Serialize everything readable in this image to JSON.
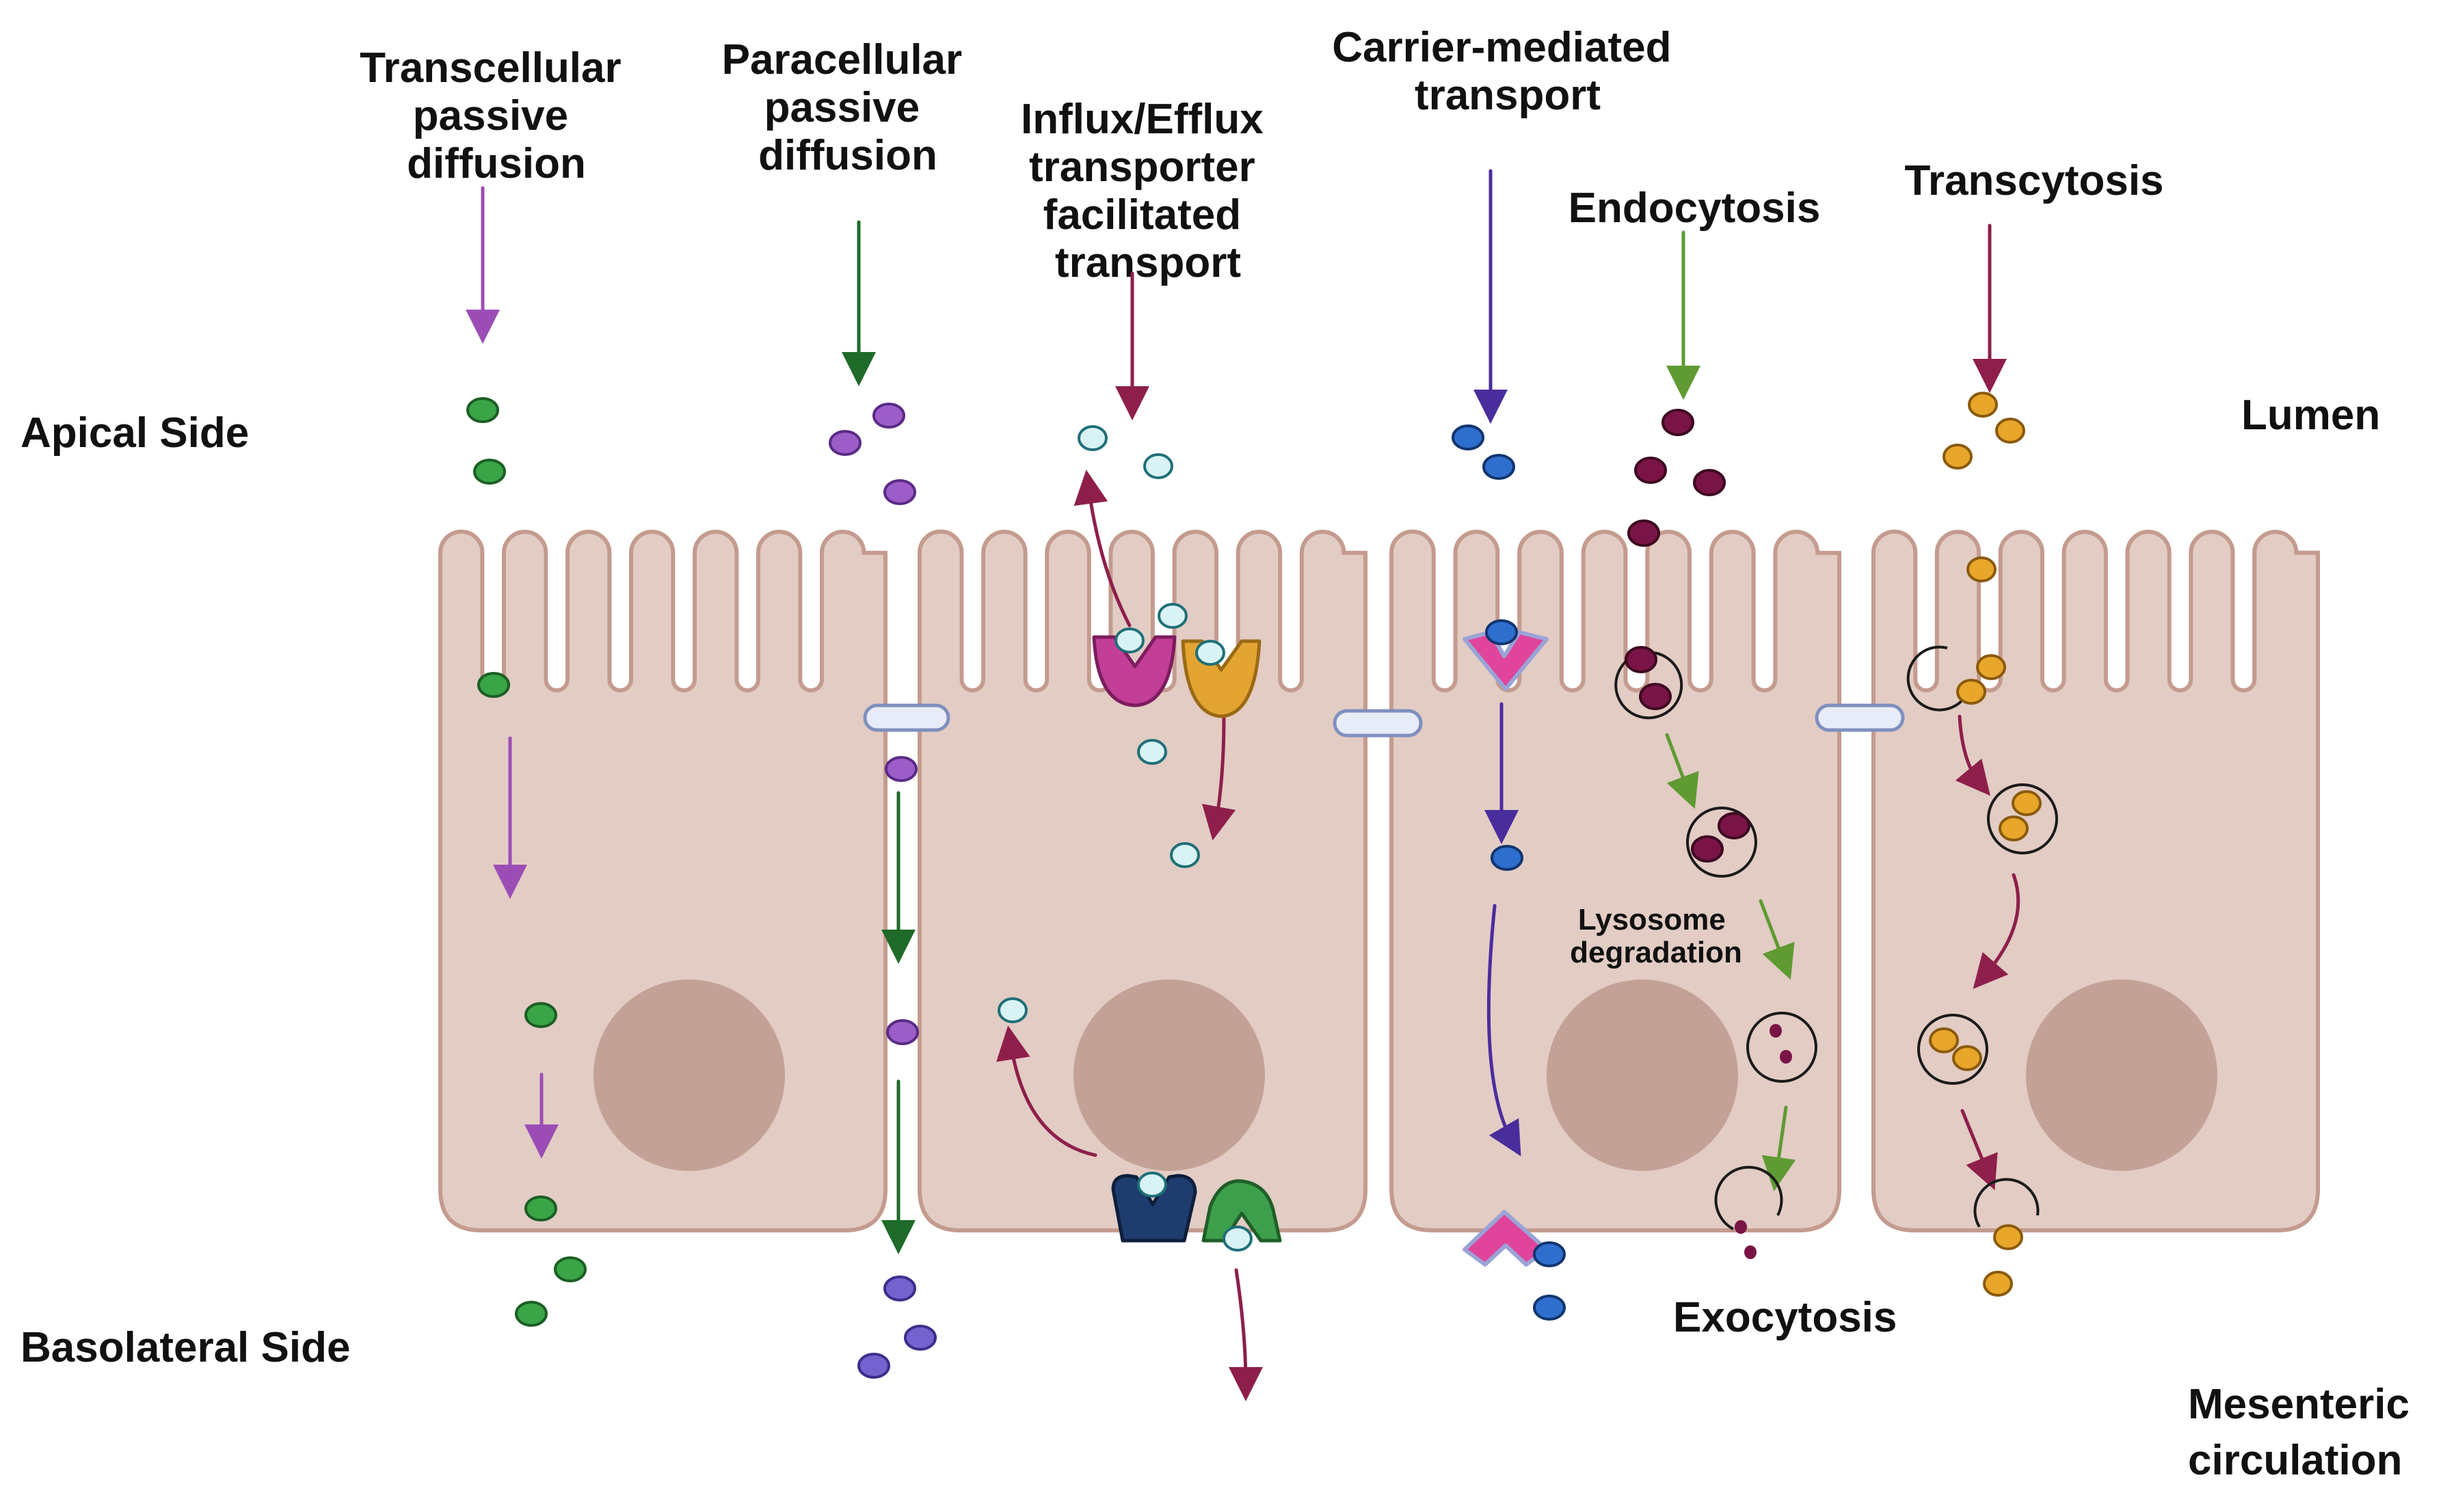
{
  "labels": {
    "transcellular": [
      "Transcellular",
      "passive",
      "diffusion"
    ],
    "paracellular": [
      "Paracellular",
      "passive",
      "diffusion"
    ],
    "influx": [
      "Influx/Efflux",
      "transporter",
      "facilitated",
      "transport"
    ],
    "carrier": [
      "Carrier-mediated",
      "transport"
    ],
    "endocytosis": "Endocytosis",
    "transcytosis": "Transcytosis",
    "apical": "Apical Side",
    "lumen": "Lumen",
    "basolateral": "Basolateral Side",
    "lysosome": [
      "Lysosome",
      "degradation"
    ],
    "exocytosis": "Exocytosis",
    "mesenteric": [
      "Mesenteric",
      "circulation"
    ]
  },
  "colors": {
    "cell_fill": "#e2ccc4",
    "cell_stroke": "#c49b8e",
    "nucleus": "#c4a197",
    "green_particle": "#3aa547",
    "purple_particle": "#9c5dc9",
    "lightblue_particle": "#d9f3f5",
    "blue_particle": "#2e6fce",
    "maroon_particle": "#7a1446",
    "orange_particle": "#e8a62a",
    "arrow_transcellular": "#9c4db5",
    "arrow_paracellular": "#1f6b2a",
    "arrow_influx": "#8e1f4b",
    "arrow_carrier": "#4a2d9c",
    "arrow_endocytosis": "#5f9a32",
    "arrow_transcytosis": "#8e1f4b",
    "transporter_magenta": "#c23e97",
    "transporter_orange": "#e3a431",
    "transporter_navy": "#1e3c6e",
    "transporter_green": "#3d9f4b",
    "carrier_pink": "#e0449b",
    "tight_junction": "#e8ecf8"
  }
}
